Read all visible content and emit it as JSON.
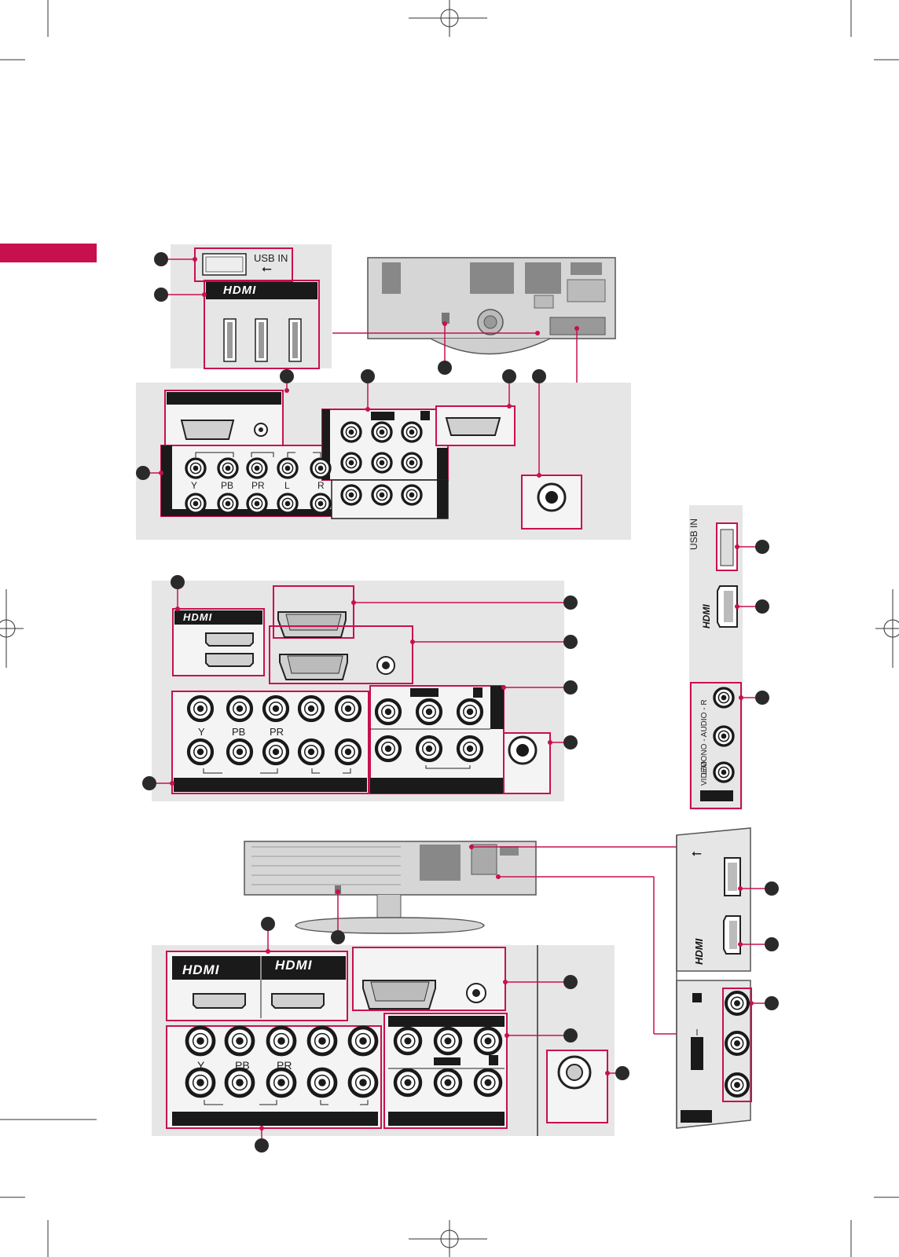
{
  "labels": {
    "usb_in": "USB IN",
    "hdmi": "HDMI",
    "jack_y": "Y",
    "jack_pb": "PB",
    "jack_pr": "PR",
    "jack_l": "L",
    "jack_r": "R",
    "side_usb_in": "USB IN",
    "side_audio": "L/MONO - AUDIO - R",
    "side_video": "VIDEO"
  },
  "colors": {
    "accent": "#c8104e",
    "panel": "#e6e6e6",
    "jack": "#1a1a1a"
  },
  "icons": [
    "usb-icon",
    "hdmi-port-icon",
    "rgb-port-icon",
    "rs232-port-icon",
    "rca-jack-icon",
    "coax-jack-icon",
    "callout-marker-icon",
    "registration-mark-icon"
  ]
}
